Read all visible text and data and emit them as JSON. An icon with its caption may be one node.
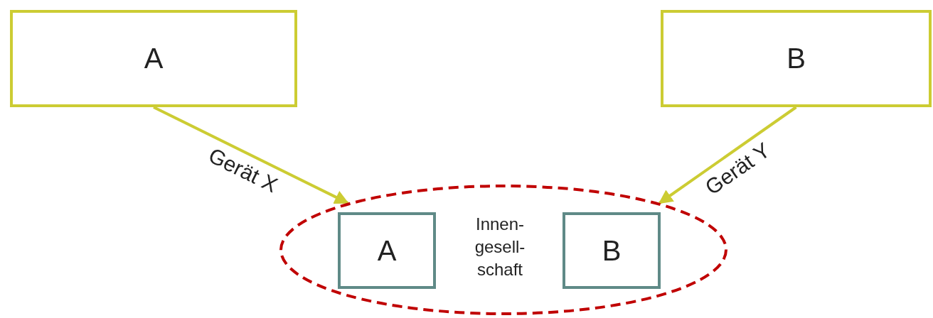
{
  "diagram": {
    "nodes": [
      {
        "text": [
          "A"
        ]
      },
      {
        "text": [
          "B"
        ]
      },
      {
        "text": [
          "Innen- gesell- schaft"
        ]
      },
      {
        "text": [
          "A"
        ],
        "in": 2
      },
      {
        "text": [
          "B"
        ],
        "in": 2
      }
    ],
    "edges": [
      {
        "from": 0,
        "to": 2,
        "arrow": "to",
        "label": "Gerät X"
      },
      {
        "from": 1,
        "to": 2,
        "arrow": "to",
        "label": "Gerät Y"
      }
    ]
  }
}
